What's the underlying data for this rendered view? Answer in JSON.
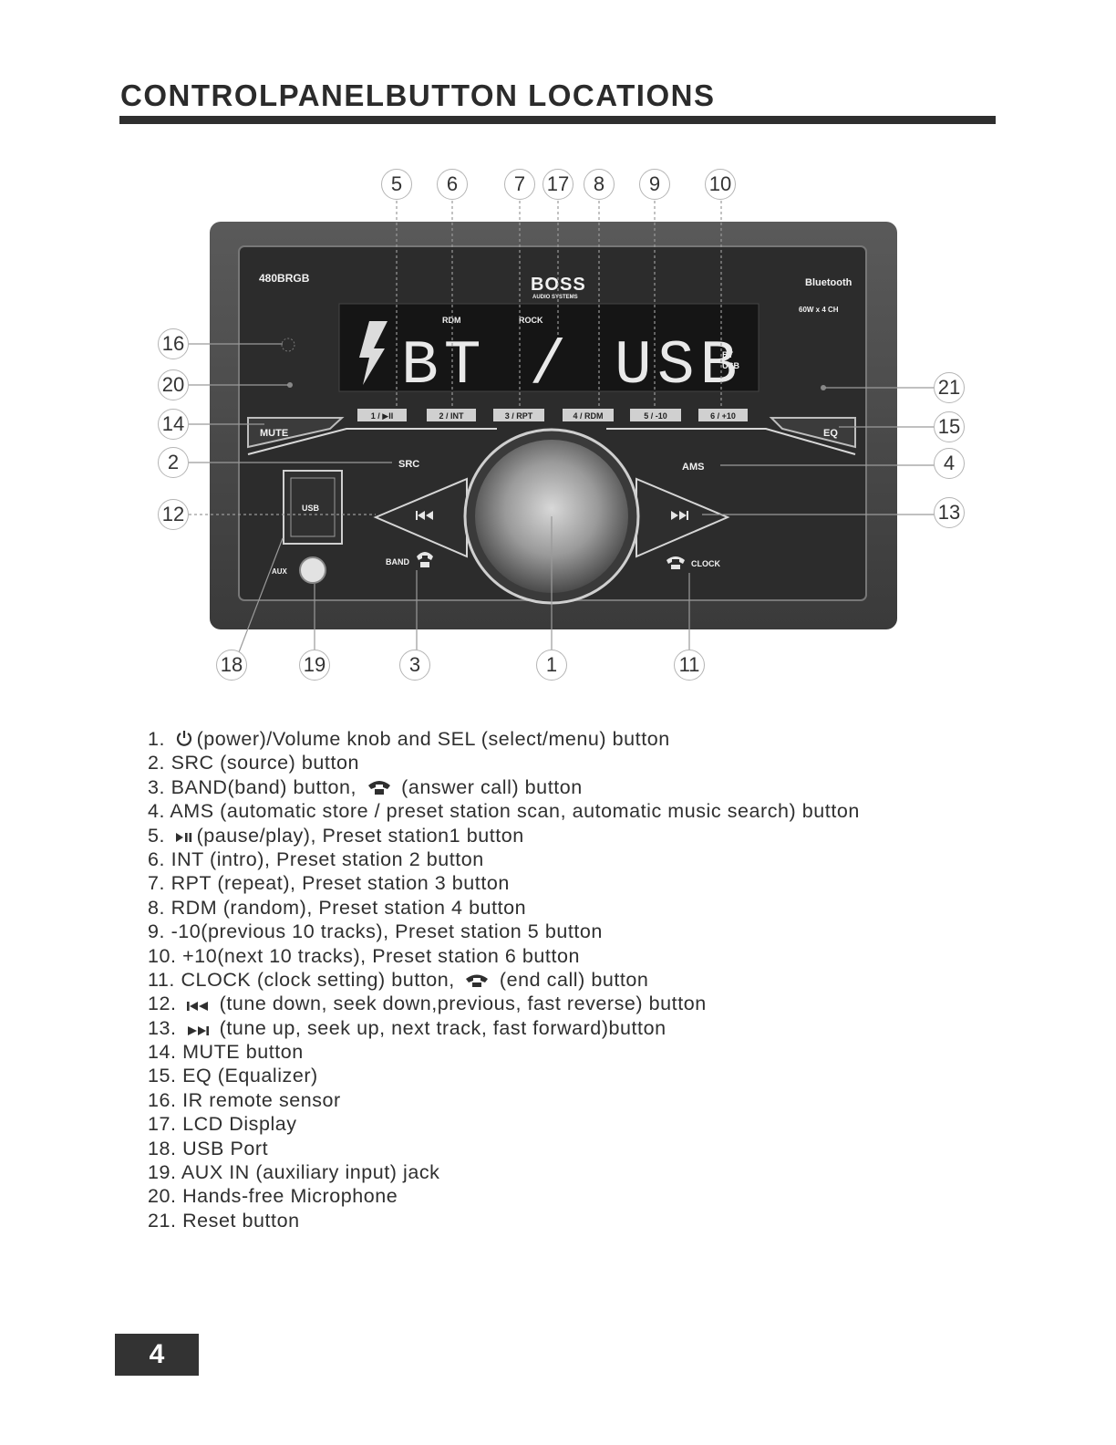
{
  "page": {
    "title": "CONTROLPANELBUTTON LOCATIONS",
    "page_number": "4"
  },
  "panel": {
    "model": "480BRGB",
    "brand": "BOSS",
    "brand_sub": "AUDIO SYSTEMS",
    "bluetooth_badge": "Bluetooth",
    "power_badge": "60W x 4 CH",
    "display_text": "BT / USB",
    "display_indicators": [
      "RDM",
      "ROCK",
      "BT",
      "USB"
    ],
    "preset_buttons": [
      "1 / ▶II",
      "2 / INT",
      "3 / RPT",
      "4 / RDM",
      "5 / -10",
      "6 / +10"
    ],
    "labels": {
      "mute": "MUTE",
      "eq": "EQ",
      "src": "SRC",
      "ams": "AMS",
      "usb": "USB",
      "aux": "AUX",
      "band": "BAND",
      "clock": "CLOCK"
    },
    "colors": {
      "bezel": "#3a3a3a",
      "face": "#2c2c2c",
      "display": "#151515",
      "segment": "#e9e9e9"
    }
  },
  "callouts": {
    "top": [
      "5",
      "6",
      "7",
      "17",
      "8",
      "9",
      "10"
    ],
    "left": [
      "16",
      "20",
      "14",
      "2",
      "12"
    ],
    "right": [
      "21",
      "15",
      "4",
      "13"
    ],
    "bottom": [
      "18",
      "19",
      "3",
      "1",
      "11"
    ]
  },
  "legend": [
    {
      "num": "1.",
      "icon": "power-icon",
      "text": "(power)/Volume knob and SEL (select/menu) button"
    },
    {
      "num": "2.",
      "text": "SRC (source) button"
    },
    {
      "num": "3.",
      "text": "BAND(band) button,",
      "icon": "answer-call-icon",
      "text2": "(answer call) button"
    },
    {
      "num": "4.",
      "text": "AMS (automatic store / preset station scan, automatic music search) button"
    },
    {
      "num": "5.",
      "icon": "play-pause-icon",
      "text": "(pause/play), Preset station1 button"
    },
    {
      "num": "6.",
      "text": "INT (intro), Preset station 2 button"
    },
    {
      "num": "7.",
      "text": "RPT (repeat), Preset station 3 button"
    },
    {
      "num": "8.",
      "text": "RDM (random), Preset station 4 button"
    },
    {
      "num": "9.",
      "text": "-10(previous 10 tracks), Preset station 5 button"
    },
    {
      "num": "10.",
      "text": "+10(next 10 tracks), Preset station 6 button"
    },
    {
      "num": "11.",
      "text": "CLOCK (clock setting) button,",
      "icon": "end-call-icon",
      "text2": "(end call) button"
    },
    {
      "num": "12.",
      "icon": "previous-track-icon",
      "text": "(tune down, seek down,previous, fast reverse) button"
    },
    {
      "num": "13.",
      "icon": "next-track-icon",
      "text": "(tune up, seek up, next track, fast forward)button"
    },
    {
      "num": "14.",
      "text": "MUTE button"
    },
    {
      "num": "15.",
      "text": "EQ (Equalizer)"
    },
    {
      "num": "16.",
      "text": "IR remote sensor"
    },
    {
      "num": "17.",
      "text": "LCD Display"
    },
    {
      "num": "18.",
      "text": "USB Port"
    },
    {
      "num": "19.",
      "text": "AUX IN (auxiliary input) jack"
    },
    {
      "num": "20.",
      "text": "Hands-free Microphone"
    },
    {
      "num": "21.",
      "text": "Reset button"
    }
  ]
}
